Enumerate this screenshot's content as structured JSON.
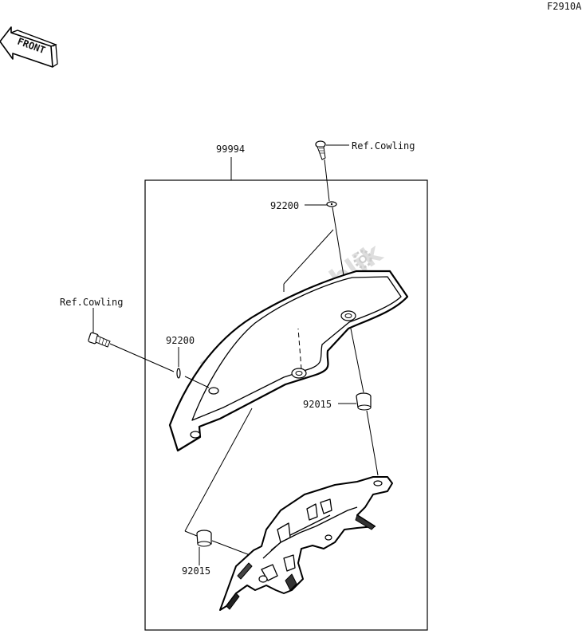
{
  "figure_id": "F2910A",
  "front_indicator": {
    "label": "FRONT",
    "icon": "front-arrow-icon"
  },
  "assembly_label": "99994",
  "callouts": {
    "ref_cowling_top": "Ref.Cowling",
    "ref_cowling_left": "Ref.Cowling",
    "washer_top": "92200",
    "washer_left": "92200",
    "collar_right": "92015",
    "collar_left": "92015"
  },
  "watermark": "PartsRepublik"
}
